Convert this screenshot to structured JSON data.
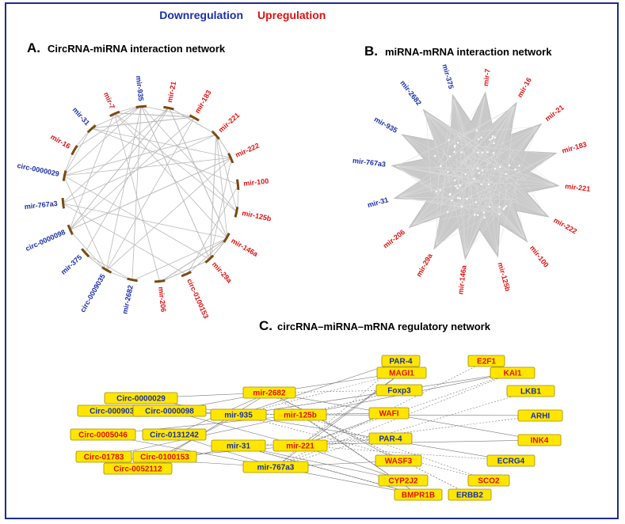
{
  "legend": {
    "down_label": "Downregulation",
    "up_label": "Upregulation",
    "down_color": "#1a2ea8",
    "up_color": "#e01010"
  },
  "panel_a": {
    "letter": "A.",
    "title": "CircRNA-miRNA interaction network",
    "nodes": [
      {
        "label": "mir-7",
        "reg": "up"
      },
      {
        "label": "mir-935",
        "reg": "down"
      },
      {
        "label": "mir-21",
        "reg": "up"
      },
      {
        "label": "mir-183",
        "reg": "up"
      },
      {
        "label": "mir-221",
        "reg": "up"
      },
      {
        "label": "mir-222",
        "reg": "up"
      },
      {
        "label": "mir-100",
        "reg": "up"
      },
      {
        "label": "mir-125b",
        "reg": "up"
      },
      {
        "label": "mir-146a",
        "reg": "up"
      },
      {
        "label": "mir-29a",
        "reg": "up"
      },
      {
        "label": "circ-0100153",
        "reg": "up"
      },
      {
        "label": "mir-206",
        "reg": "up"
      },
      {
        "label": "mir-2682",
        "reg": "down"
      },
      {
        "label": "circ-0009035",
        "reg": "down"
      },
      {
        "label": "mir-375",
        "reg": "down"
      },
      {
        "label": "circ-0000098",
        "reg": "down"
      },
      {
        "label": "mir-767a3",
        "reg": "down"
      },
      {
        "label": "circ-0000029",
        "reg": "down"
      },
      {
        "label": "mir-16",
        "reg": "up"
      },
      {
        "label": "mir-31",
        "reg": "down"
      }
    ]
  },
  "panel_b": {
    "letter": "B.",
    "title": "miRNA-mRNA interaction network",
    "nodes": [
      {
        "label": "mir-7",
        "reg": "up"
      },
      {
        "label": "mir-16",
        "reg": "up"
      },
      {
        "label": "mir-21",
        "reg": "up"
      },
      {
        "label": "mir-183",
        "reg": "up"
      },
      {
        "label": "mir-221",
        "reg": "up"
      },
      {
        "label": "mir-222",
        "reg": "up"
      },
      {
        "label": "mir-100",
        "reg": "up"
      },
      {
        "label": "mir-125b",
        "reg": "up"
      },
      {
        "label": "mir-146a",
        "reg": "up"
      },
      {
        "label": "mir-29a",
        "reg": "up"
      },
      {
        "label": "mir-206",
        "reg": "up"
      },
      {
        "label": "mir-31",
        "reg": "down"
      },
      {
        "label": "mir-767a3",
        "reg": "down"
      },
      {
        "label": "mir-935",
        "reg": "down"
      },
      {
        "label": "mir-2682",
        "reg": "down"
      },
      {
        "label": "mir-375",
        "reg": "down"
      }
    ]
  },
  "panel_c": {
    "letter": "C.",
    "title": "circRNA–miRNA–mRNA regulatory network",
    "circ_boxes": [
      {
        "label": "Circ-0000029",
        "reg": "down"
      },
      {
        "label": "Circ-0009035",
        "reg": "down"
      },
      {
        "label": "Circ-0000098",
        "reg": "down"
      },
      {
        "label": "Circ-0005046",
        "reg": "up"
      },
      {
        "label": "Circ-0131242",
        "reg": "down"
      },
      {
        "label": "Circ-01783",
        "reg": "up"
      },
      {
        "label": "Circ-0100153",
        "reg": "up"
      },
      {
        "label": "Circ-0052112",
        "reg": "up"
      }
    ],
    "mirna_boxes": [
      {
        "label": "mir-2682",
        "reg": "up"
      },
      {
        "label": "mir-935",
        "reg": "down"
      },
      {
        "label": "mir-125b",
        "reg": "up"
      },
      {
        "label": "mir-31",
        "reg": "down"
      },
      {
        "label": "mir-221",
        "reg": "up"
      },
      {
        "label": "mir-767a3",
        "reg": "down"
      }
    ],
    "mrna_boxes": [
      {
        "label": "PAR-4",
        "reg": "down"
      },
      {
        "label": "E2F1",
        "reg": "up"
      },
      {
        "label": "MAGI1",
        "reg": "up"
      },
      {
        "label": "KAI1",
        "reg": "up"
      },
      {
        "label": "Foxp3",
        "reg": "down"
      },
      {
        "label": "LKB1",
        "reg": "down"
      },
      {
        "label": "WAFI",
        "reg": "up"
      },
      {
        "label": "ARHI",
        "reg": "down"
      },
      {
        "label": "PAR-4",
        "reg": "down"
      },
      {
        "label": "INK4",
        "reg": "up"
      },
      {
        "label": "WASF3",
        "reg": "up"
      },
      {
        "label": "ECRG4",
        "reg": "down"
      },
      {
        "label": "CYP2J2",
        "reg": "up"
      },
      {
        "label": "SCO2",
        "reg": "up"
      },
      {
        "label": "BMPR1B",
        "reg": "up"
      },
      {
        "label": "ERBB2",
        "reg": "down"
      }
    ]
  }
}
